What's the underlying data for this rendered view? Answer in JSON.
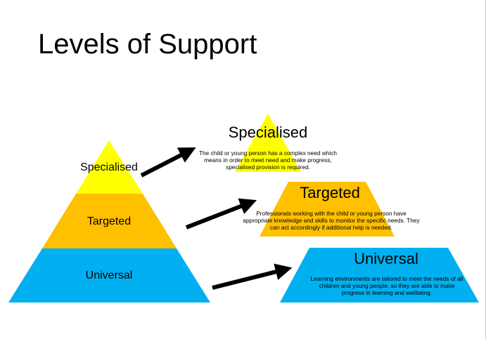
{
  "slide": {
    "title": "Levels of Support"
  },
  "colors": {
    "specialised": "#FFFF00",
    "targeted": "#FFC000",
    "universal": "#00B0F0",
    "arrow": "#000000"
  },
  "pyramid": {
    "levels": [
      {
        "label": "Specialised"
      },
      {
        "label": "Targeted"
      },
      {
        "label": "Universal"
      }
    ]
  },
  "details": [
    {
      "heading": "Specialised",
      "description": "The child or young person has a complex need which means in order to meet need and make progress, specialised provision is required."
    },
    {
      "heading": "Targeted",
      "description": "Professionals working with the child or young person have appropriate knowledge and skills to monitor the specific needs. They can act accordingly if additional help is needed."
    },
    {
      "heading": "Universal",
      "description": "Learning environments are tailored to meet the needs of all children and young people, so they are able to make progress in learning and wellbeing."
    }
  ]
}
